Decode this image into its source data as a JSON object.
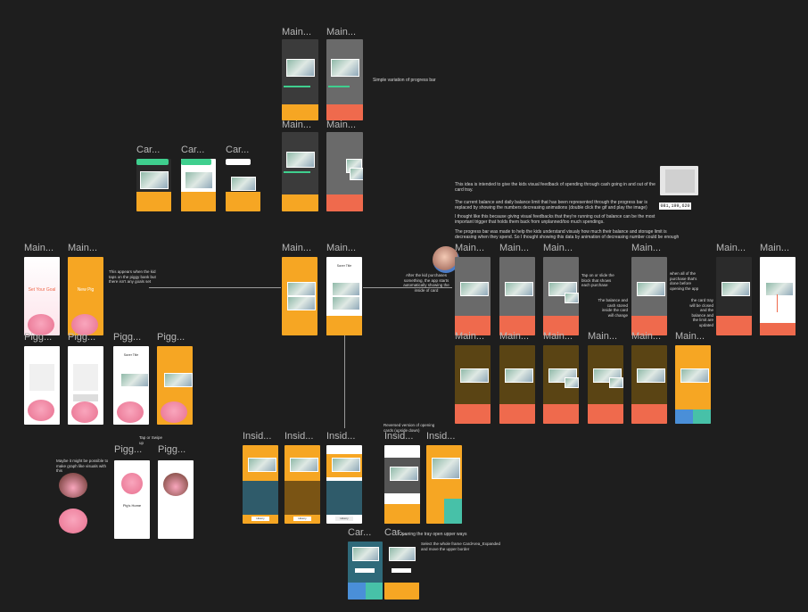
{
  "frame_labels": {
    "main": "Main...",
    "card": "Car...",
    "piggy": "Pigg...",
    "inside": "Insid...",
    "card_alt": "Car..."
  },
  "annotations": {
    "progress_variation": "Simple variation of progress bar",
    "idea_1": "This idea is intended to give the kids visual feedback of spending through cash going in and out of the card tray.",
    "idea_2": "The current balance and daily balance limit that has been represented through the progress bar is replaced by showing the numbers decreasing animations (double click the gif and play the image)",
    "idea_3": "I thought like this because giving visual feedbacks that they're running out of balance can be the most important trigger that holds them back from unplanned/too much spendings.",
    "idea_4": "The progress bar was made to help the kids understand visualy how much their balance and storage limit is decreasing when they spend. So I thought showing this data by animation of decreasing number could be enough",
    "number_tag": "081,199,620",
    "piggy_tap": "This appears when the kid taps on the piggy bank but there isn't any goals set",
    "after_purchase": "After the kid purchases something, the app starts automatically showing the inside of card",
    "tap_slide": "Tap on or slide the block that shows each purchase",
    "balance_cash": "The balance and cash stored inside the card will change",
    "when_all": "when all of the purchase that's done before opening the app",
    "card_tray": "the card tray will be closed and the balance and the limit are updated",
    "tap_swipe": "Tap or Swipe up",
    "graph_like": "Maybe it might be possible to make graph like visuals with this",
    "reversed": "Reversed version of opening cards (upside down)",
    "opening_tray": "Opening the tray open upper ways",
    "select_frame": "Select the whole frame CardArea_Expanded and move the upper border"
  },
  "phone_text": {
    "set_goal": "Set Your Goal",
    "new_pig": "New Pig",
    "pigs_home": "Pig's Home",
    "saver_title": "Saver Title",
    "history": "History"
  },
  "colors": {
    "canvas": "#1e1e1e",
    "orange": "#f6a623",
    "red_orange": "#ef6a4d",
    "green": "#3fcf8e",
    "pink": "#f27b9e",
    "blue": "#4a8fd8",
    "teal": "#47c1a8"
  }
}
